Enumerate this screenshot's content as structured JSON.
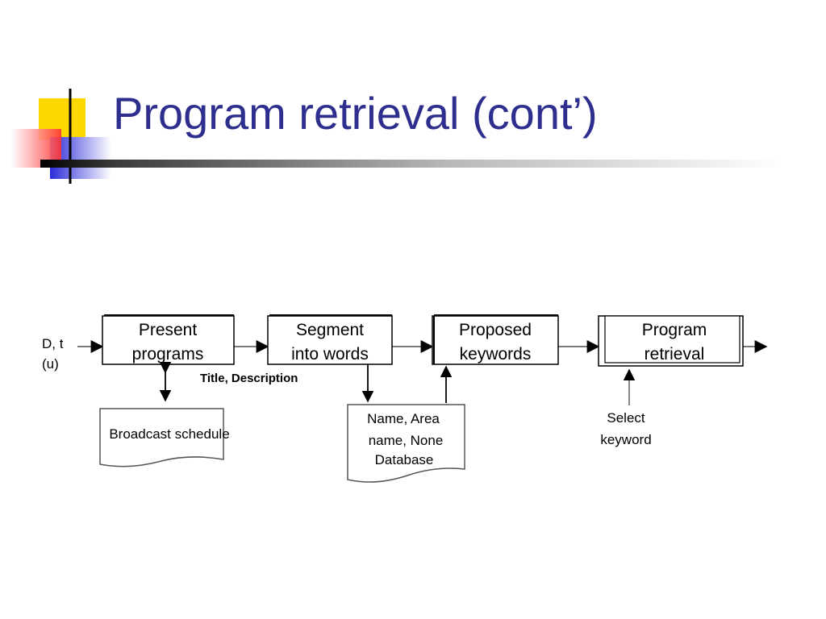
{
  "slide": {
    "title": "Program retrieval (cont’)"
  },
  "diagram": {
    "input_label": {
      "line1": "D, t",
      "line2": "(u)"
    },
    "boxes": [
      {
        "line1": "Present",
        "line2": "programs"
      },
      {
        "line1": "Segment",
        "line2": "into words"
      },
      {
        "line1": "Proposed",
        "line2": "keywords"
      },
      {
        "line1": "Program",
        "line2": "retrieval"
      }
    ],
    "edge_label_title_description": "Title, Description",
    "broadcast_schedule": "Broadcast schedule",
    "database_doc": {
      "line1": "Name, Area",
      "line2": "name, None",
      "line3": "Database"
    },
    "select_keyword": {
      "line1": "Select",
      "line2": "keyword"
    }
  },
  "colors": {
    "title": "#2e2e8f",
    "logo_yellow": "#ffd700",
    "logo_red": "#ff3333",
    "logo_blue": "#2b2bd9"
  }
}
